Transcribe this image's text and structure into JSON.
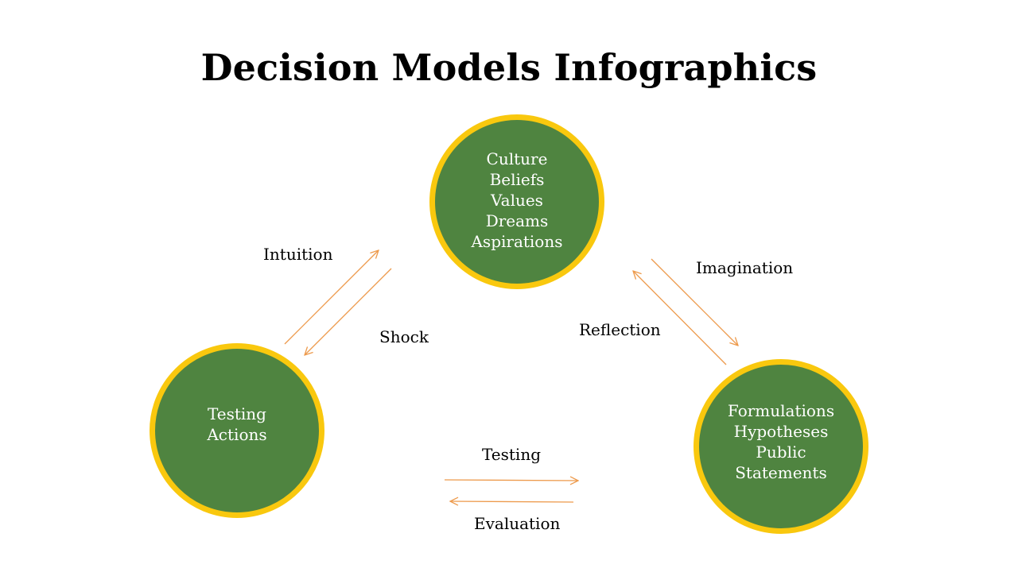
{
  "title": "Decision Models Infographics",
  "colors": {
    "node_fill": "#4f8440",
    "node_border": "#f9c80e",
    "arrow": "#ed9a4c",
    "text": "#000000",
    "node_text": "#ffffff"
  },
  "nodes": {
    "top": {
      "lines": [
        "Culture",
        "Beliefs",
        "Values",
        "Dreams",
        "Aspirations"
      ]
    },
    "left": {
      "lines": [
        "Testing",
        "Actions"
      ]
    },
    "right": {
      "lines": [
        "Formulations",
        "Hypotheses",
        "Public",
        "Statements"
      ]
    }
  },
  "edges": {
    "intuition": "Intuition",
    "shock": "Shock",
    "imagination": "Imagination",
    "reflection": "Reflection",
    "testing": "Testing",
    "evaluation": "Evaluation"
  }
}
